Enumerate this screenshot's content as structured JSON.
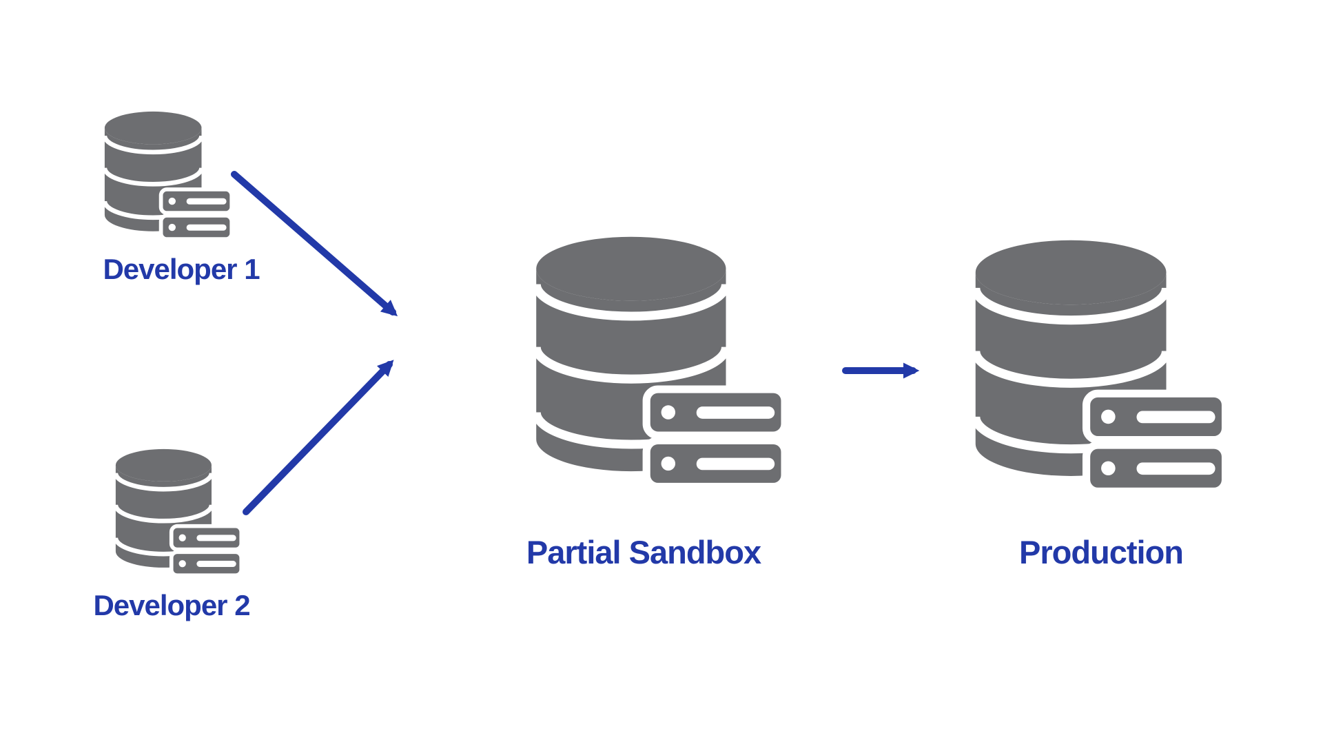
{
  "diagram": {
    "nodes": [
      {
        "id": "developer-1",
        "label": "Developer 1",
        "icon": "database-server-icon",
        "size": "small"
      },
      {
        "id": "developer-2",
        "label": "Developer 2",
        "icon": "database-server-icon",
        "size": "small"
      },
      {
        "id": "partial-sandbox",
        "label": "Partial Sandbox",
        "icon": "database-server-icon",
        "size": "large"
      },
      {
        "id": "production",
        "label": "Production",
        "icon": "database-server-icon",
        "size": "large"
      }
    ],
    "edges": [
      {
        "from": "developer-1",
        "to": "partial-sandbox"
      },
      {
        "from": "developer-2",
        "to": "partial-sandbox"
      },
      {
        "from": "partial-sandbox",
        "to": "production"
      }
    ],
    "colors": {
      "icon_gray": "#6D6E71",
      "accent_blue": "#2239A8",
      "background": "#FFFFFF"
    }
  }
}
